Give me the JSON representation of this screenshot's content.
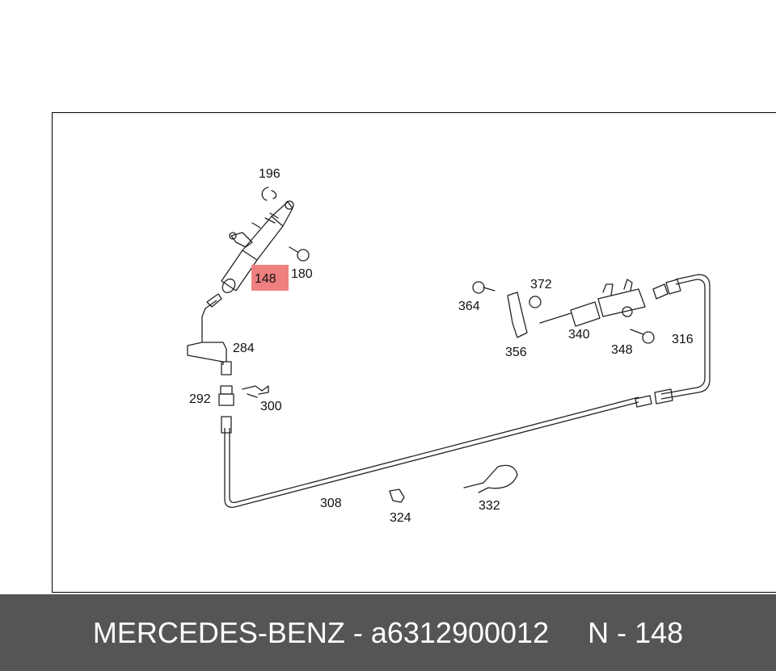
{
  "diagram": {
    "highlight_color": "#f08080",
    "highlighted_label": "148",
    "labels": {
      "l196": "196",
      "l148": "148",
      "l180": "180",
      "l284": "284",
      "l292": "292",
      "l300": "300",
      "l308": "308",
      "l324": "324",
      "l332": "332",
      "l364": "364",
      "l372": "372",
      "l356": "356",
      "l340": "340",
      "l348": "348",
      "l316": "316"
    }
  },
  "footer": {
    "brand_part": "MERCEDES-BENZ - a6312900012",
    "ref": "N - 148",
    "background": "#555555"
  }
}
